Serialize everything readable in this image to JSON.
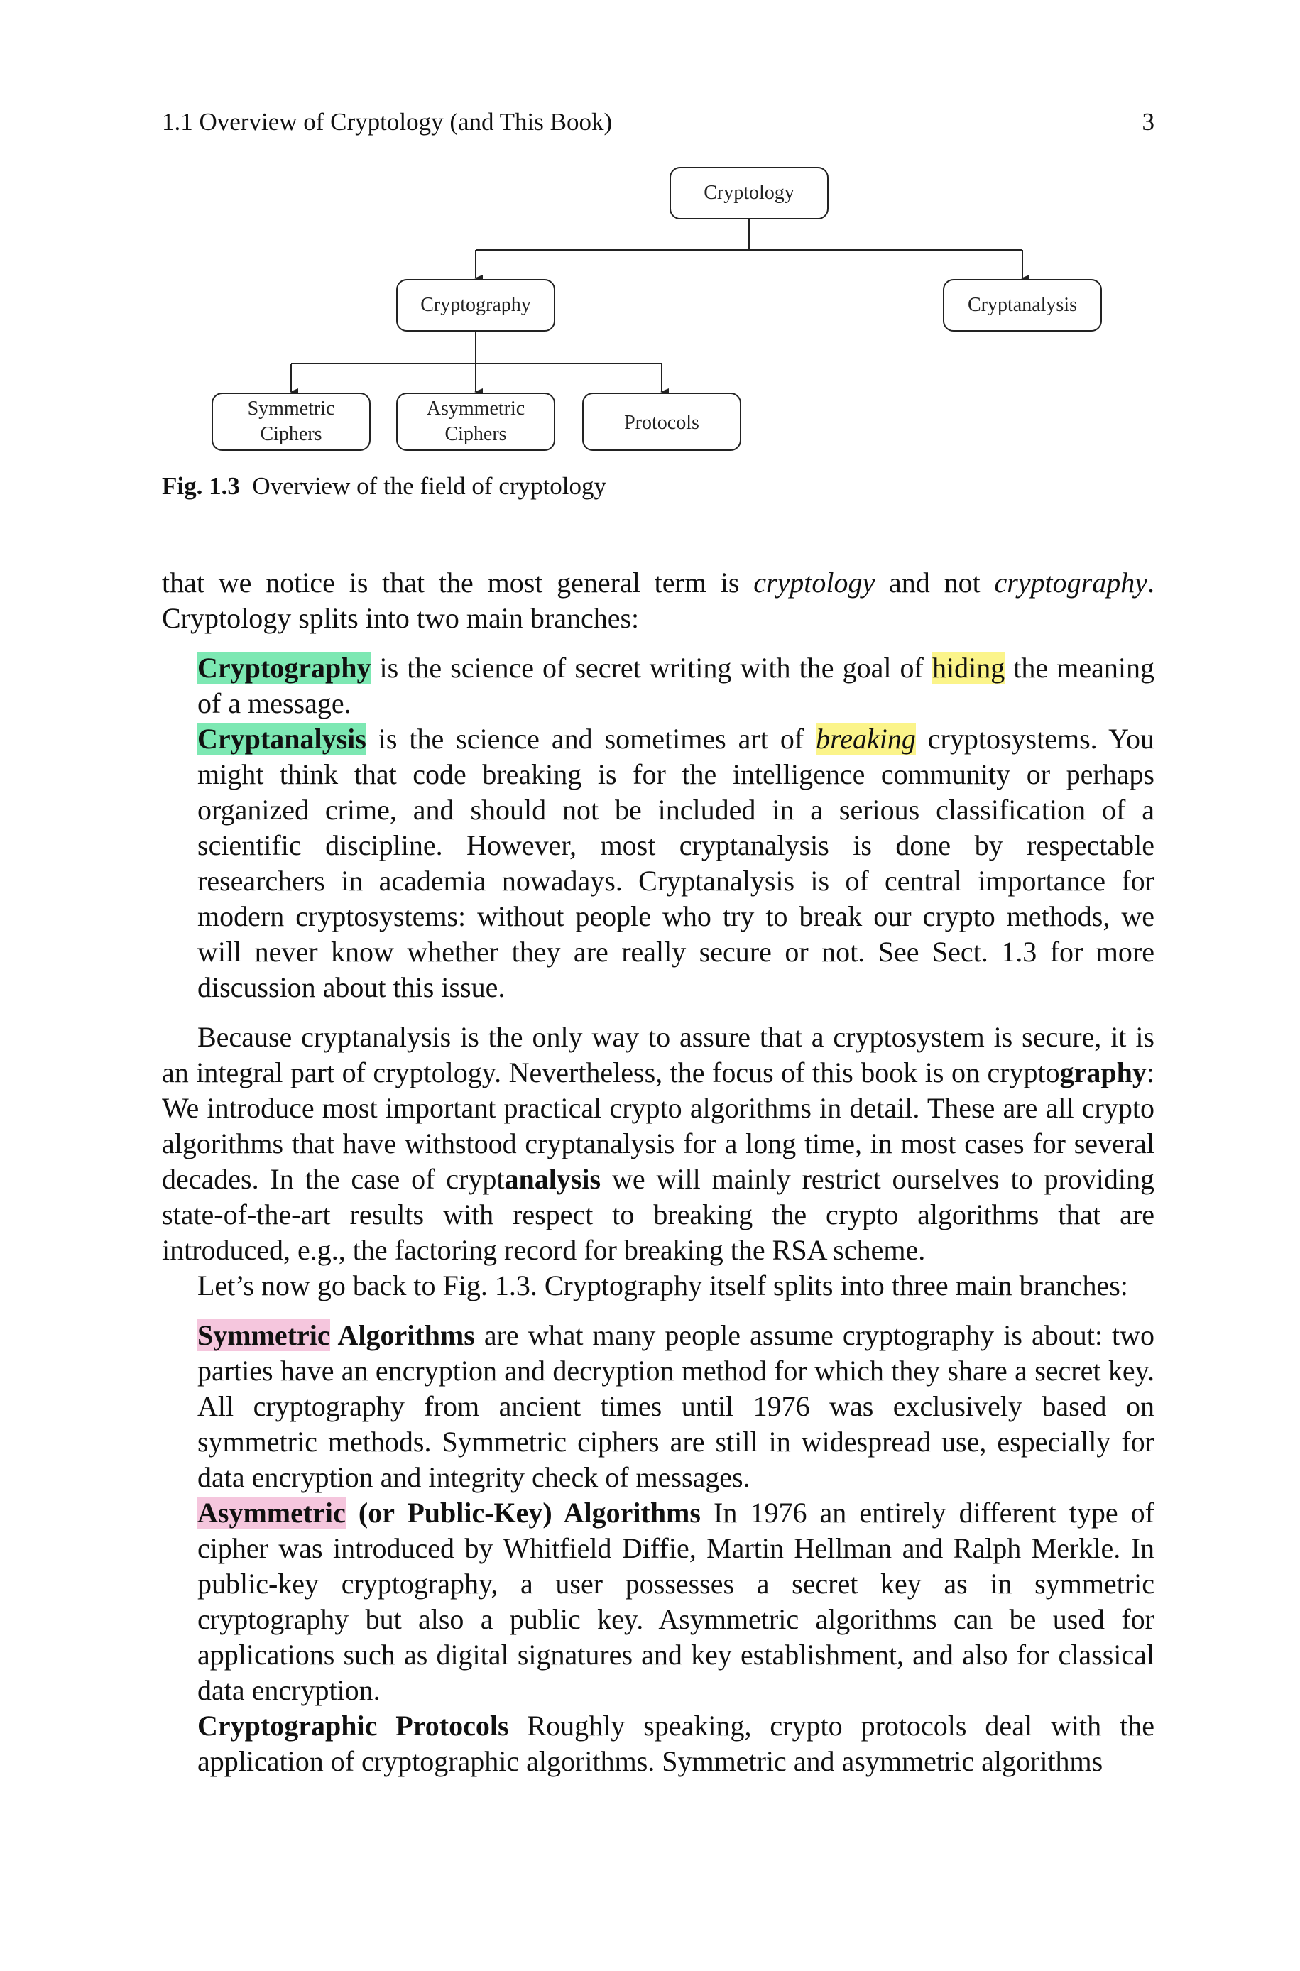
{
  "header": {
    "section": "1.1  Overview of Cryptology (and This Book)",
    "page_number": "3"
  },
  "figure": {
    "nodes": {
      "cryptology": "Cryptology",
      "cryptography": "Cryptography",
      "cryptanalysis": "Cryptanalysis",
      "symmetric_1": "Symmetric",
      "symmetric_2": "Ciphers",
      "asymmetric_1": "Asymmetric",
      "asymmetric_2": "Ciphers",
      "protocols": "Protocols"
    },
    "caption_label": "Fig. 1.3",
    "caption_text": "Overview of the field of cryptology"
  },
  "body": {
    "p1_a": "that we notice is that the most general term is ",
    "p1_b": "cryptology",
    "p1_c": " and not ",
    "p1_d": "cryptography",
    "p1_e": ". Cryptology splits into two main branches:",
    "d1_term": "Cryptography",
    "d1_a": " is the science of secret writing with the goal of ",
    "d1_hl": "hiding",
    "d1_b": " the meaning of a message.",
    "d2_term": "Cryptanalysis",
    "d2_a": " is the science and sometimes art of ",
    "d2_hl": "breaking",
    "d2_b": " cryptosystems. You might think that code breaking is for the intelligence community or perhaps organized crime, and should not be included in a serious classification of a scientific discipline. However, most cryptanalysis is done by respectable researchers in academia nowadays. Cryptanalysis is of central importance for modern cryptosystems: without people who try to break our crypto methods, we will never know whether they are really secure or not. See Sect. 1.3 for more discussion about this issue.",
    "p2_a": "Because cryptanalysis is the only way to assure that a cryptosystem is secure, it is an integral part of cryptology. Nevertheless, the focus of this book is on crypto",
    "p2_b": "graphy",
    "p2_c": ": We introduce most important practical crypto algorithms in detail. These are all crypto algorithms that have withstood cryptanalysis for a long time, in most cases for several decades. In the case of crypt",
    "p2_d": "analysis",
    "p2_e": " we will mainly restrict ourselves to providing state-of-the-art results with respect to breaking the crypto algorithms that are introduced, e.g., the factoring record for breaking the RSA scheme.",
    "p3": "Let’s now go back to Fig. 1.3. Cryptography itself splits into three main branches:",
    "s1_term_hl": "Symmetric",
    "s1_term_rest": " Algorithms",
    "s1_text": " are what many people assume cryptography is about: two parties have an encryption and decryption method for which they share a secret key. All cryptography from ancient times until 1976 was exclusively based on symmetric methods. Symmetric ciphers are still in widespread use, especially for data encryption and integrity check of messages.",
    "s2_term_hl": "Asymmetric",
    "s2_term_rest": " (or Public-Key) Algorithms",
    "s2_text": " In 1976 an entirely different type of cipher was introduced by Whitfield Diffie, Martin Hellman and Ralph Merkle. In public-key cryptography, a user possesses a secret key as in symmetric cryptography but also a public key. Asymmetric algorithms can be used for applications such as digital signatures and key establishment, and also for classical data encryption.",
    "s3_term": "Cryptographic Protocols",
    "s3_text": " Roughly speaking, crypto protocols deal with the application of cryptographic algorithms. Symmetric and asymmetric algorithms"
  }
}
